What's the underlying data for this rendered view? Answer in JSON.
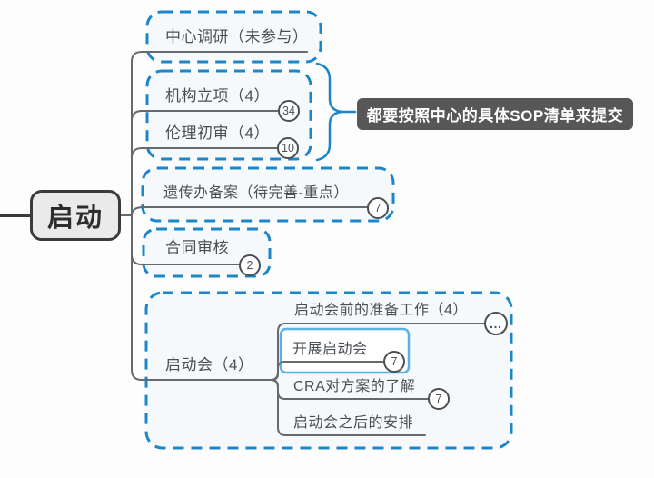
{
  "root_topic": {
    "label": "启动"
  },
  "callout": {
    "text": "都要按照中心的具体SOP清单来提交"
  },
  "topics": {
    "center_survey": {
      "label": "中心调研（未参与）"
    },
    "org_approval": {
      "label": "机构立项（4）",
      "badge": "34"
    },
    "ethics_review": {
      "label": "伦理初审（4）",
      "badge": "10"
    },
    "genetics_filing": {
      "label": "遗传办备案（待完善-重点）",
      "badge": "7"
    },
    "contract_review": {
      "label": "合同审核",
      "badge": "2"
    },
    "kickoff_meeting": {
      "label": "启动会（4）"
    },
    "kickoff_prep": {
      "label": "启动会前的准备工作（4）",
      "badge": "…"
    },
    "kickoff_conduct": {
      "label": "开展启动会",
      "badge": "7"
    },
    "cra_protocol": {
      "label": "CRA对方案的了解",
      "badge": "7"
    },
    "kickoff_after": {
      "label": "启动会之后的安排"
    }
  },
  "colors": {
    "boundary_dash": "#1d86c8",
    "selection_highlight": "#57b2e3",
    "branch_line": "#66696d",
    "root_border": "#3b3b3b",
    "callout_bg": "#575757"
  }
}
